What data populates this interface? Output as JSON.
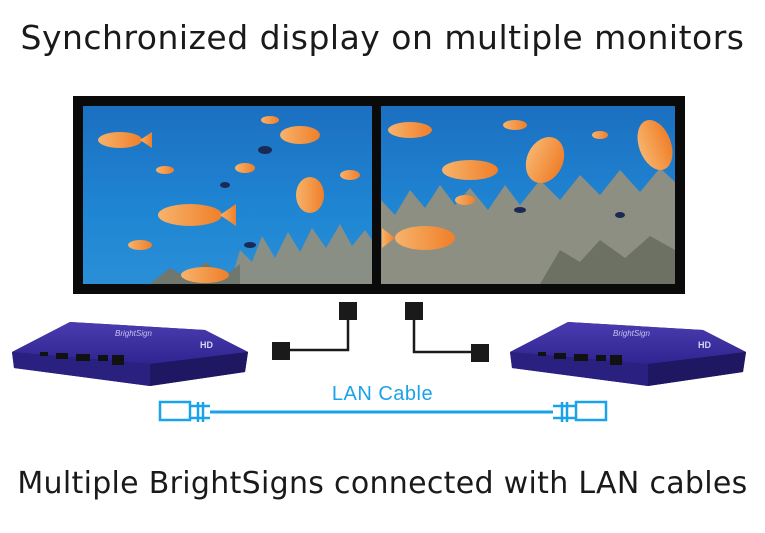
{
  "titles": {
    "top": "Synchronized display on multiple monitors",
    "bottom": "Multiple BrightSigns connected with LAN cables"
  },
  "cable": {
    "label": "LAN Cable",
    "color": "#1aa3e8"
  },
  "devices": [
    {
      "brand": "BrightSign",
      "model": "HD",
      "color": "#3d2f9c"
    },
    {
      "brand": "BrightSign",
      "model": "HD",
      "color": "#3d2f9c"
    }
  ],
  "monitors": [
    {
      "scene": "underwater-reef"
    },
    {
      "scene": "underwater-reef"
    }
  ],
  "colors": {
    "water": "#1f78c8",
    "fish": "#f39a3a",
    "coral": "#8c8c7a",
    "bezel": "#0a0a0a"
  }
}
